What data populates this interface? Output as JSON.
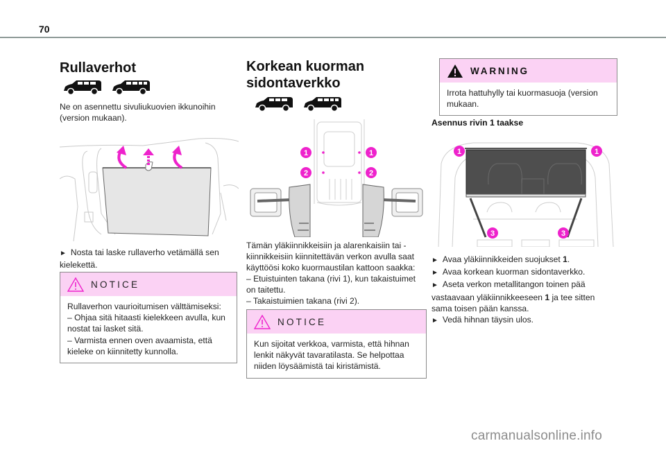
{
  "page": {
    "number": "70"
  },
  "col1": {
    "title": "Rullaverhot",
    "vans": [
      "van-icon-5-seat",
      "van-icon-7-seat"
    ],
    "intro": "Ne on asennettu sivuliukuovien ikkunoihin (version mukaan).",
    "step": "Nosta tai laske rullaverho vetämällä sen kielekettä.",
    "arrow": "►",
    "notice": {
      "title": "NOTICE",
      "icon": "warning-triangle-outline",
      "lines": [
        "Rullaverhon vaurioitumisen välttämiseksi:",
        "–  Ohjaa sitä hitaasti kielekkeen avulla, kun nostat tai lasket sitä.",
        "–  Varmista ennen oven avaamista, että kieleke on kiinnitetty kunnolla."
      ]
    }
  },
  "col2": {
    "title_line1": "Korkean kuorman",
    "title_line2": "sidontaverkko",
    "vans": [
      "van-icon-5-seat",
      "van-icon-7-seat"
    ],
    "diagram_labels": [
      "1",
      "1",
      "2",
      "2"
    ],
    "intro": "Tämän yläkiinnikkeisiin ja alarenkaisiin tai -kiinnikkeisiin kiinnitettävän verkon avulla saat käyttöösi koko kuormaustilan kattoon saakka:",
    "bullets": [
      "–  Etuistuinten takana (rivi 1), kun takaistuimet on taitettu.",
      "–  Takaistuimien takana (rivi 2)."
    ],
    "notice": {
      "title": "NOTICE",
      "icon": "warning-triangle-outline",
      "text": "Kun sijoitat verkkoa, varmista, että hihnan lenkit näkyvät tavaratilasta. Se helpottaa niiden löysäämistä tai kiristämistä."
    }
  },
  "col3": {
    "warning": {
      "title": "WARNING",
      "icon": "warning-triangle-filled",
      "text": "Irrota hattuhylly tai kuormasuoja (version mukaan."
    },
    "subtitle": "Asennus rivin 1 taakse",
    "diagram_labels": [
      "1",
      "1",
      "3",
      "3"
    ],
    "arrow": "►",
    "steps": [
      {
        "pre": "Avaa yläkiinnikkeiden suojukset ",
        "bold": "1",
        "post": "."
      },
      {
        "pre": "Avaa korkean kuorman sidontaverkko.",
        "bold": "",
        "post": ""
      },
      {
        "pre": "Aseta verkon metallitangon toinen pää vastaavaan yläkiinnikkeeseen ",
        "bold": "1",
        "post": " ja tee sitten sama toisen pään kanssa."
      },
      {
        "pre": "Vedä hihnan täysin ulos.",
        "bold": "",
        "post": ""
      }
    ]
  },
  "colors": {
    "accent_magenta": "#ee22cc",
    "callout_header_bg": "#fbd2f4",
    "rule": "#8f9b98"
  },
  "watermark": "carmanualsonline.info"
}
